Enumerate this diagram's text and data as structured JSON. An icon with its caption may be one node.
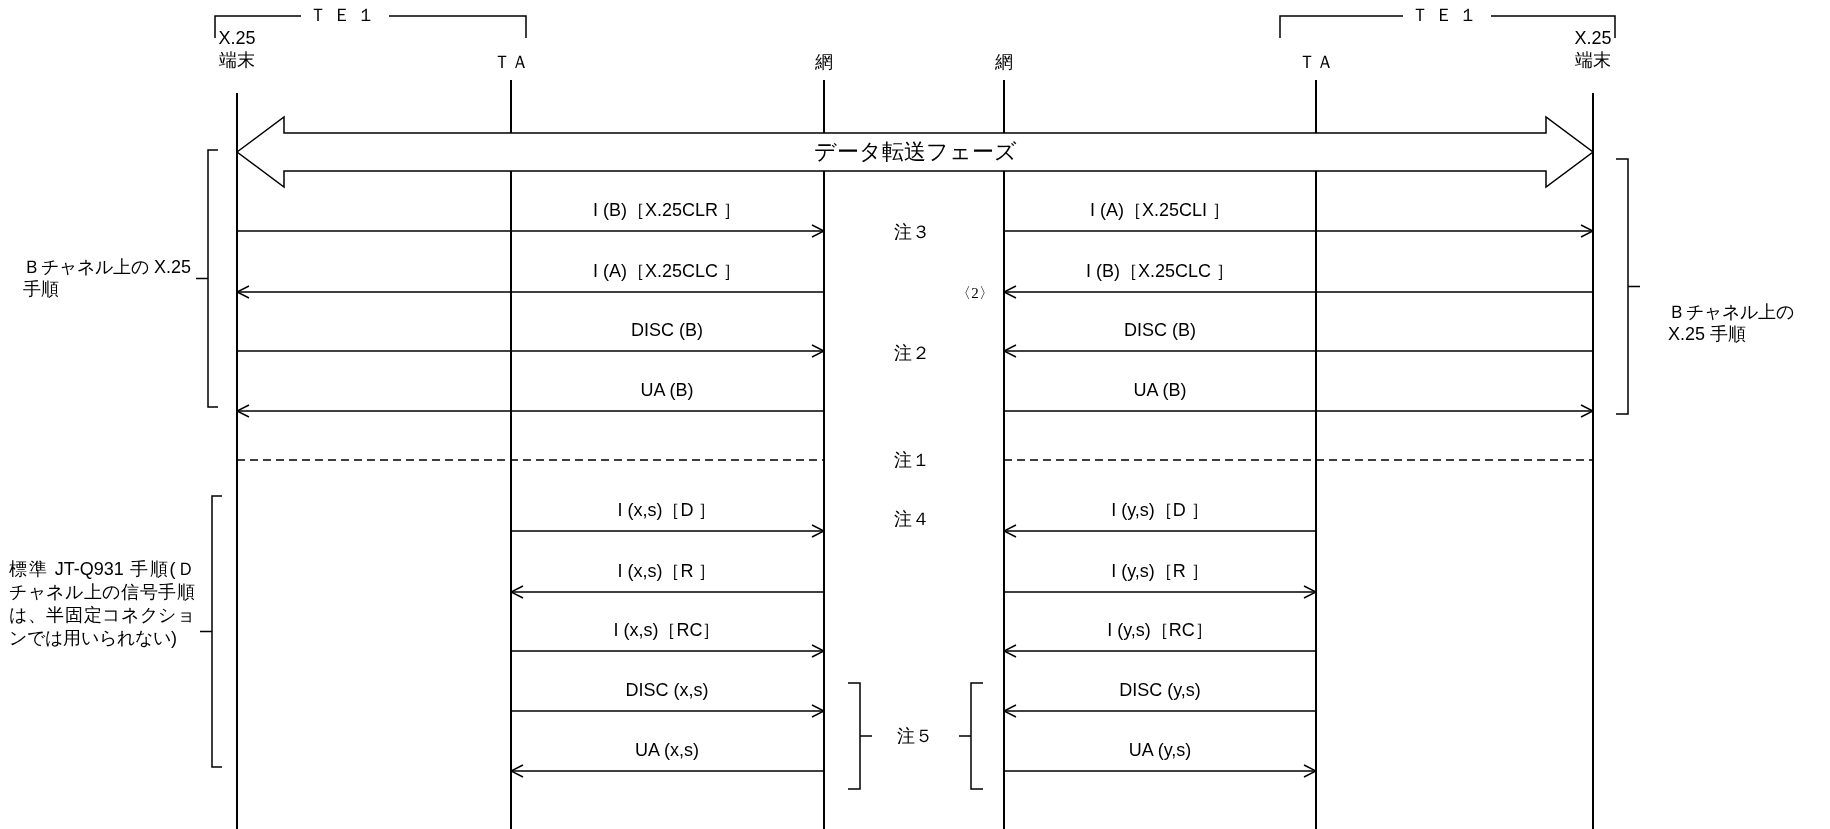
{
  "diagram": {
    "nodes": [
      {
        "text": [
          "X.25 端末"
        ]
      },
      {
        "text": [
          "ＴＡ"
        ]
      },
      {
        "text": [
          "網"
        ]
      },
      {
        "text": [
          "網"
        ]
      },
      {
        "text": [
          "ＴＡ"
        ]
      },
      {
        "text": [
          "X.25 端末"
        ]
      }
    ],
    "edges": [
      {
        "from": 0,
        "to": 5,
        "arrow": "both",
        "style": "thick",
        "label": "データ転送フェーズ"
      },
      {
        "from": 0,
        "to": 2,
        "arrow": "to",
        "label": "I (B)［X.25CLR ］"
      },
      {
        "from": 3,
        "to": 5,
        "arrow": "to",
        "label": "I (A)［X.25CLI ］"
      },
      {
        "from": 2,
        "to": 0,
        "arrow": "to",
        "label": "I (A)［X.25CLC ］"
      },
      {
        "from": 5,
        "to": 3,
        "arrow": "to",
        "label": "I (B)［X.25CLC ］"
      },
      {
        "from": 0,
        "to": 2,
        "arrow": "to",
        "label": "DISC (B)"
      },
      {
        "from": 5,
        "to": 3,
        "arrow": "to",
        "label": "DISC (B)"
      },
      {
        "from": 2,
        "to": 0,
        "arrow": "to",
        "label": "UA (B)"
      },
      {
        "from": 3,
        "to": 5,
        "arrow": "to",
        "label": "UA (B)"
      },
      {
        "from": 0,
        "to": 2,
        "arrow": "none",
        "style": "dashed"
      },
      {
        "from": 3,
        "to": 5,
        "arrow": "none",
        "style": "dashed"
      },
      {
        "from": 1,
        "to": 2,
        "arrow": "to",
        "label": "I (x,s)［D ］"
      },
      {
        "from": 4,
        "to": 3,
        "arrow": "to",
        "label": "I (y,s)［D ］"
      },
      {
        "from": 2,
        "to": 1,
        "arrow": "to",
        "label": "I (x,s)［R ］"
      },
      {
        "from": 3,
        "to": 4,
        "arrow": "to",
        "label": "I (y,s)［R ］"
      },
      {
        "from": 1,
        "to": 2,
        "arrow": "to",
        "label": "I (x,s)［RC］"
      },
      {
        "from": 4,
        "to": 3,
        "arrow": "to",
        "label": "I (y,s)［RC］"
      },
      {
        "from": 1,
        "to": 2,
        "arrow": "to",
        "label": "DISC (x,s)"
      },
      {
        "from": 4,
        "to": 3,
        "arrow": "to",
        "label": "DISC (y,s)"
      },
      {
        "from": 2,
        "to": 1,
        "arrow": "to",
        "label": "UA (x,s)"
      },
      {
        "from": 3,
        "to": 4,
        "arrow": "to",
        "label": "UA (y,s)"
      }
    ],
    "labels": [
      "ＴＥ１",
      "ＴＥ１",
      "Ｂチャネル上の X.25 手順",
      "Ｂチャネル上の X.25 手順",
      "注３",
      "〈2〉",
      "注２",
      "注１",
      "注４",
      "標準 JT-Q931 手順(Ｄチャネル上の信号手順は、半固定コネクションでは用いられない)",
      "注５"
    ]
  }
}
